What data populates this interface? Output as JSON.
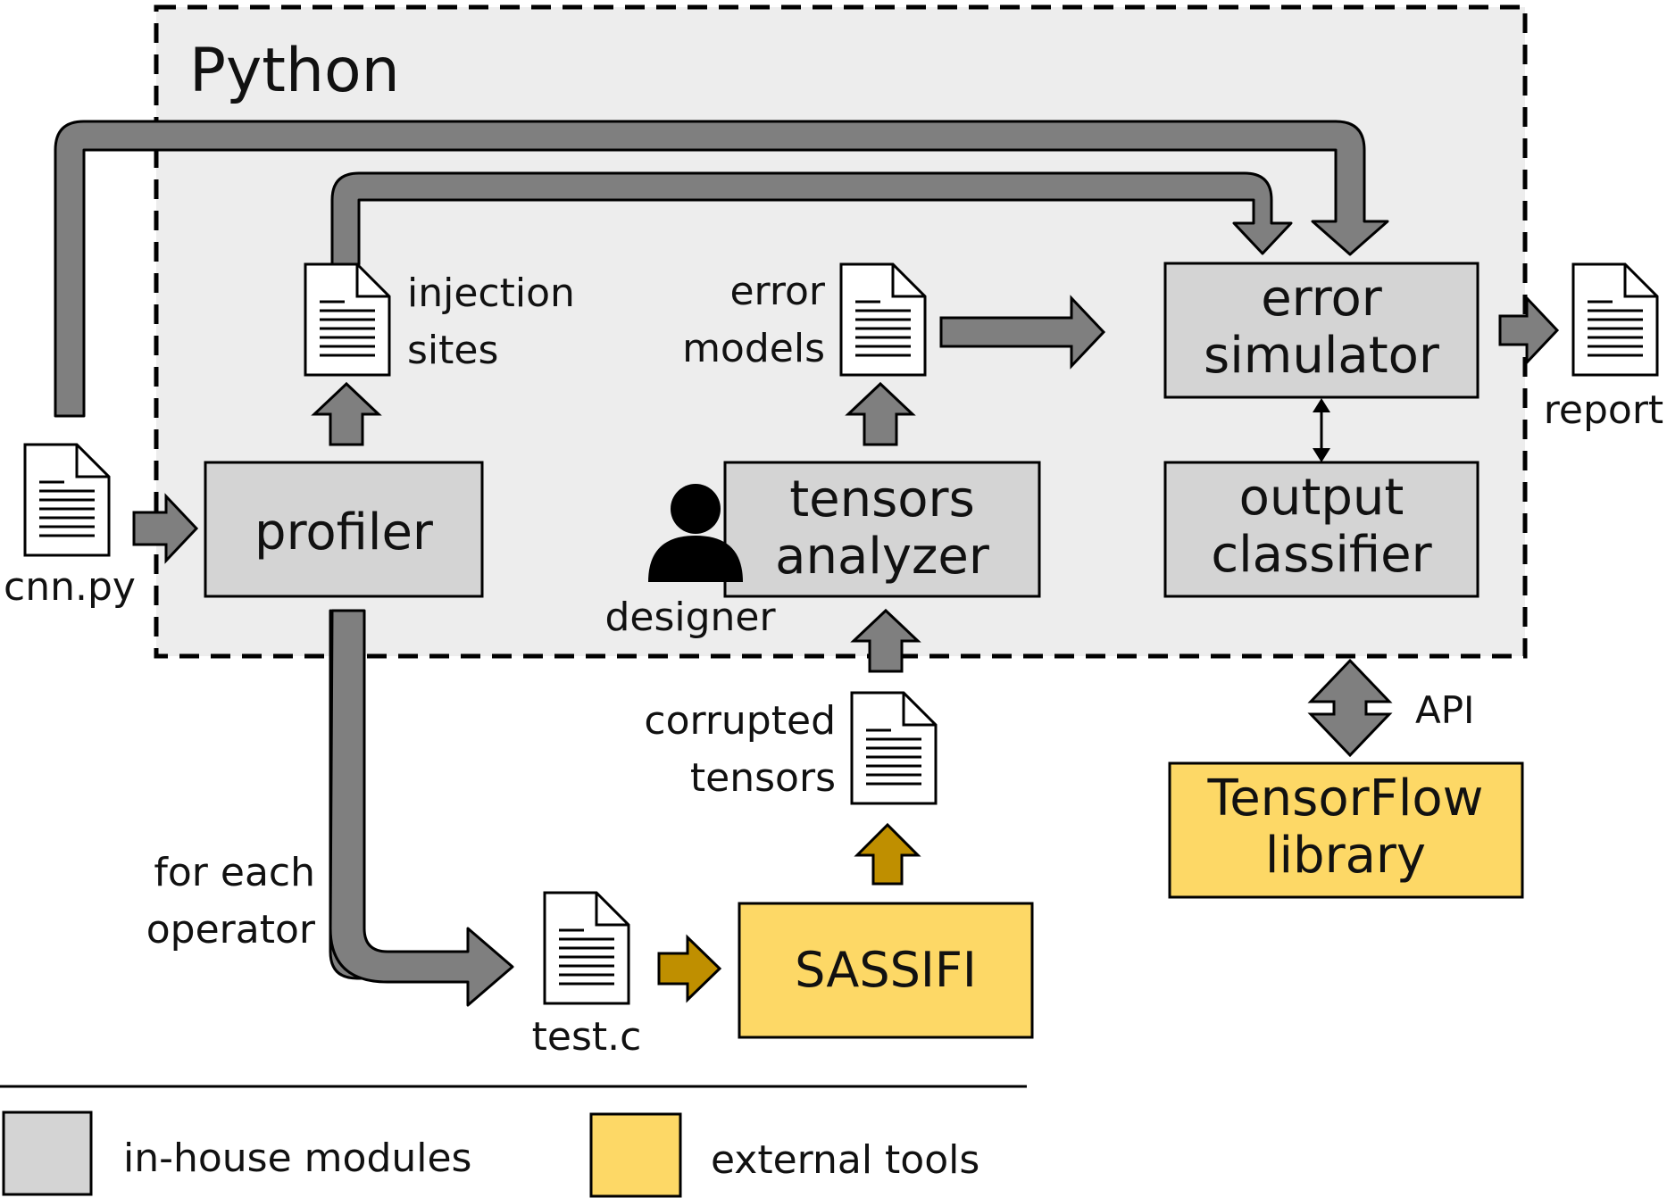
{
  "python_region": {
    "label": "Python"
  },
  "files": {
    "cnn_py": "cnn.py",
    "injection_sites": [
      "injection",
      "sites"
    ],
    "error_models": [
      "error",
      "models"
    ],
    "report": "report",
    "corrupted_tensors": [
      "corrupted",
      "tensors"
    ],
    "test_c": "test.c"
  },
  "modules": {
    "profiler": [
      "profiler"
    ],
    "tensors_analyzer": [
      "tensors",
      "analyzer"
    ],
    "error_simulator": [
      "error",
      "simulator"
    ],
    "output_classifier": [
      "output",
      "classifier"
    ],
    "sassifi": [
      "SASSIFI"
    ],
    "tensorflow": [
      "TensorFlow",
      "library"
    ]
  },
  "actors": {
    "designer": "designer"
  },
  "edge_labels": {
    "for_each_operator": [
      "for each",
      "operator"
    ],
    "api": "API"
  },
  "legend": {
    "in_house": "in-house modules",
    "external": "external tools"
  },
  "colors": {
    "in_house_fill": "#d4d4d4",
    "external_fill": "#fdd866",
    "python_bg": "#ededed",
    "arrow_gray": "#7f7f7f",
    "arrow_gold": "#bf8f00"
  },
  "icons": {
    "file": "document-icon",
    "person": "user-icon"
  }
}
